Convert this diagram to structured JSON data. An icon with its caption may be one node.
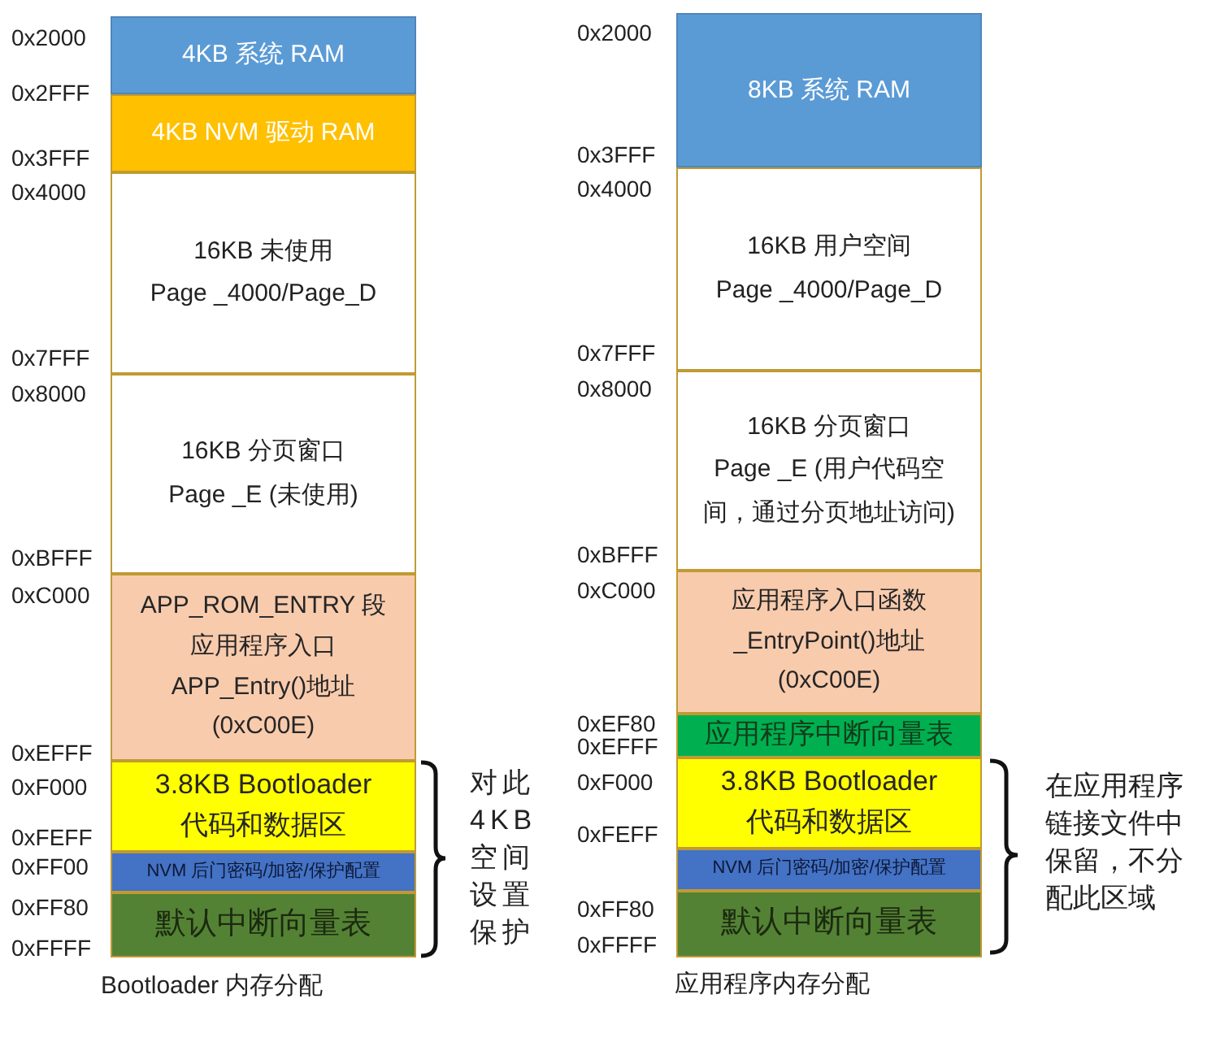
{
  "diagram": {
    "nodes": [
      {
        "text": [
          "4KB 系统 RAM"
        ]
      },
      {
        "text": [
          "4KB NVM 驱动 RAM"
        ]
      },
      {
        "text": [
          "16KB 未使用",
          "Page _4000/Page_D"
        ]
      },
      {
        "text": [
          "16KB 分页窗口",
          "Page _E (未使用)"
        ]
      },
      {
        "text": [
          "APP_ROM_ENTRY 段",
          "应用程序入口",
          "APP_Entry()地址",
          "(0xC00E)"
        ]
      },
      {
        "text": [
          "3.8KB Bootloader",
          "代码和数据区"
        ]
      },
      {
        "text": [
          "NVM 后门密码/加密/保护配置"
        ]
      },
      {
        "text": [
          "默认中断向量表"
        ]
      },
      {
        "text": [
          "8KB 系统 RAM"
        ]
      },
      {
        "text": [
          "16KB 用户空间",
          "Page _4000/Page_D"
        ]
      },
      {
        "text": [
          "16KB 分页窗口",
          "Page _E (用户代码空间，通过分页地址访问)"
        ]
      },
      {
        "text": [
          "应用程序入口函数",
          "_EntryPoint()地址",
          "(0xC00E)"
        ]
      },
      {
        "text": [
          "应用程序中断向量表"
        ]
      },
      {
        "text": [
          "3.8KB Bootloader",
          "代码和数据区"
        ]
      },
      {
        "text": [
          "NVM 后门密码/加密/保护配置"
        ]
      },
      {
        "text": [
          "默认中断向量表"
        ]
      }
    ],
    "labels": [
      "0x2000",
      "0x2FFF",
      "0x3FFF",
      "0x4000",
      "0x7FFF",
      "0x8000",
      "0xBFFF",
      "0xC000",
      "0xEFFF",
      "0xF000",
      "0xFEFF",
      "0xFF00",
      "0xFF80",
      "0xFFFF",
      "对此4KB空间设置保护",
      "Bootloader 内存分配",
      "0x2000",
      "0x3FFF",
      "0x4000",
      "0x7FFF",
      "0x8000",
      "0xBFFF",
      "0xC000",
      "0xEF80",
      "0xEFFF",
      "0xF000",
      "0xFEFF",
      "0xFF80",
      "0xFFFF",
      "在应用程序链接文件中保留，不分配此区域",
      "应用程序内存分配"
    ]
  }
}
